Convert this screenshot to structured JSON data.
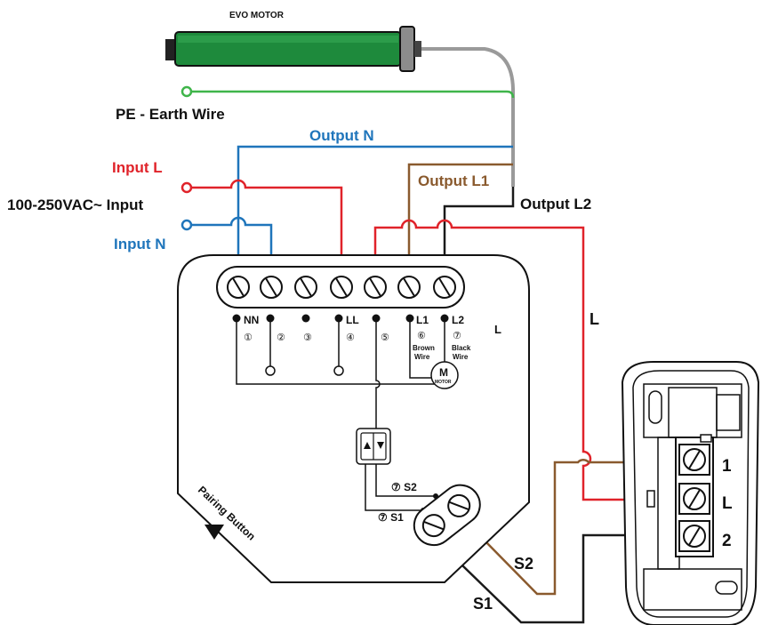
{
  "title": "EVO MOTOR",
  "labels": {
    "pe": "PE - Earth Wire",
    "output_n": "Output N",
    "input_l": "Input L",
    "input_voltage": "100-250VAC~ Input",
    "input_n": "Input N",
    "output_l1": "Output L1",
    "output_l2": "Output L2",
    "l_wire": "L",
    "l_small": "L",
    "s1_wire": "S1",
    "s2_wire": "S2",
    "pairing": "Pairing Button",
    "s1_small": "⑦ S1",
    "s2_small": "⑦ S2"
  },
  "terminals": {
    "nn": "NN",
    "ll": "LL",
    "l1": "L1",
    "l2": "L2",
    "n1": "①",
    "n2": "②",
    "n3": "③",
    "n4": "④",
    "n5": "⑤",
    "n6": "⑥",
    "n7": "⑦",
    "brown1": "Brown",
    "brown2": "Wire",
    "black1": "Black",
    "black2": "Wire"
  },
  "motor": {
    "m": "M",
    "sub": "MOTOR"
  },
  "switch_box": {
    "t1": "1",
    "tl": "L",
    "t2": "2"
  },
  "colors": {
    "red": "#e0232a",
    "blue": "#1f75bb",
    "green": "#3fb54a",
    "brown": "#8a5a2e",
    "black": "#1a1a1a",
    "gray": "#9a9a9a",
    "motor_green": "#1e8a3c"
  }
}
